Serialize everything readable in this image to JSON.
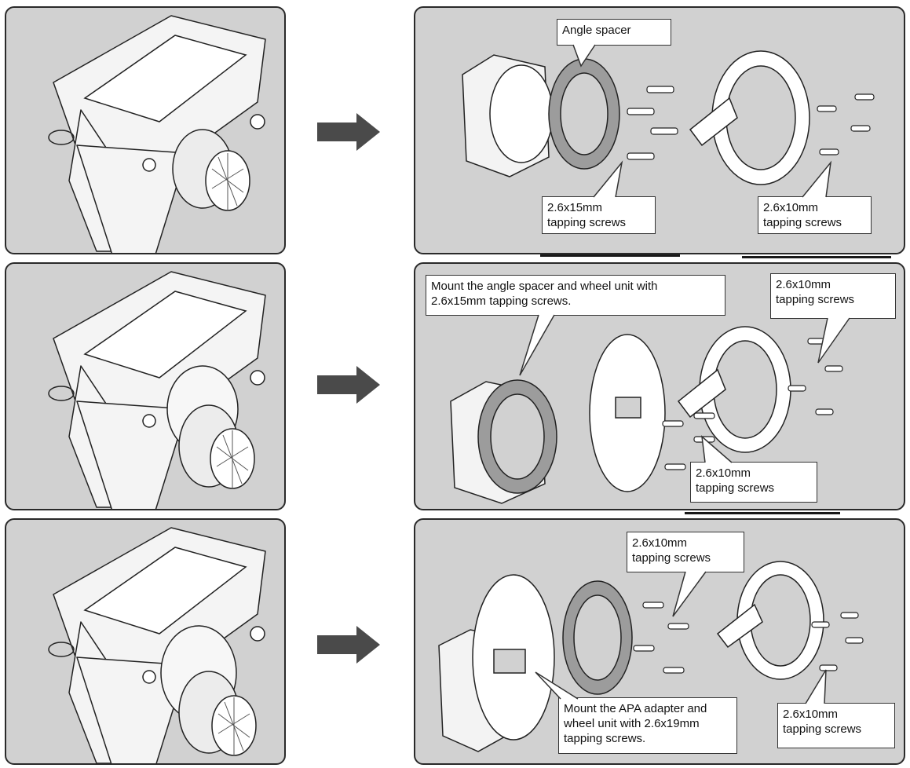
{
  "steps": [
    {
      "callouts": [
        {
          "text": "Angle spacer"
        },
        {
          "text": "2.6x15mm\ntapping screws"
        },
        {
          "text": "2.6x10mm\ntapping screws"
        }
      ]
    },
    {
      "callouts": [
        {
          "text": "Mount the angle spacer and wheel unit with\n2.6x15mm tapping screws."
        },
        {
          "text": "2.6x10mm\ntapping screws"
        },
        {
          "text": "2.6x10mm\ntapping screws"
        }
      ]
    },
    {
      "callouts": [
        {
          "text": "2.6x10mm\ntapping screws"
        },
        {
          "text": "Mount the APA adapter and\nwheel unit with 2.6x19mm\ntapping screws."
        },
        {
          "text": "2.6x10mm\ntapping screws"
        }
      ]
    }
  ],
  "colors": {
    "panel": "#d1d1d1",
    "arrow": "#4a4a4a",
    "line": "#2a2a2a"
  }
}
